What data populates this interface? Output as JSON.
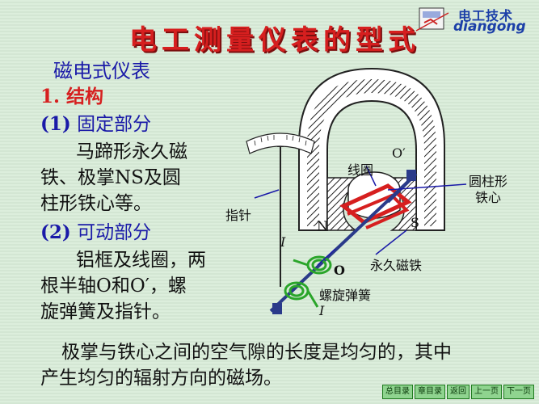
{
  "logo": {
    "brand_cn": "电工技术",
    "brand_en": "diangong"
  },
  "title": "电工测量仪表的型式",
  "section": "磁电式仪表",
  "structure_heading": "1. 结构",
  "fixed_part": {
    "number": "(1)",
    "heading": "固定部分",
    "lines": [
      "马蹄形永久磁",
      "铁、极掌NS及圆",
      "柱形铁心等。"
    ]
  },
  "moving_part": {
    "number": "(2)",
    "heading": "可动部分",
    "lines": [
      "铝框及线圈，两",
      "根半轴O和O′，螺",
      "旋弹簧及指针。"
    ]
  },
  "conclusion": [
    "极掌与铁心之间的空气隙的长度是均匀的，其中",
    "产生均匀的辐射方向的磁场。"
  ],
  "diagram_labels": {
    "coil": "线圈",
    "o_prime": "O′",
    "cylindrical_core": [
      "圆柱形",
      "铁心"
    ],
    "pointer": "指针",
    "n_pole": "N",
    "s_pole": "S",
    "current_top": "I",
    "o_axis": "O",
    "permanent_magnet": "永久磁铁",
    "spiral_spring": "螺旋弹簧",
    "current_bottom": "I"
  },
  "nav": [
    "总目录",
    "章目录",
    "返回",
    "上一页",
    "下一页"
  ]
}
